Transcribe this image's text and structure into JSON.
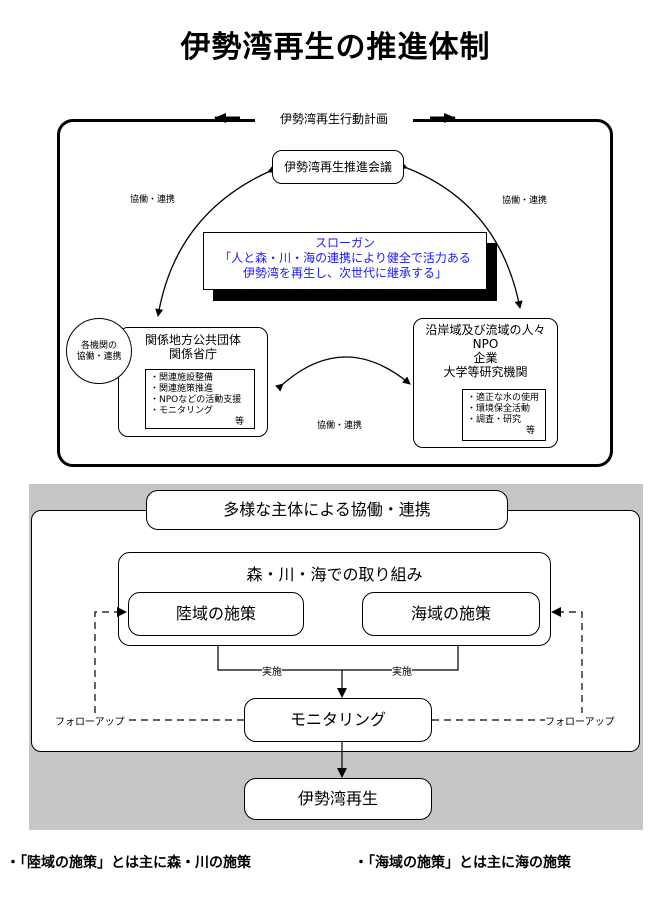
{
  "title": "伊勢湾再生の推進体制",
  "top": {
    "plan": "伊勢湾再生行動計画",
    "council": "伊勢湾再生推進会議",
    "collab_left": "協働・連携",
    "collab_right": "協働・連携",
    "collab_bottom": "協働・連携",
    "slogan": {
      "heading": "スローガン",
      "line1": "「人と森・川・海の連携により健全で活力ある",
      "line2": "伊勢湾を再生し、次世代に継承する」"
    },
    "agencies_circle": {
      "line1": "各機関の",
      "line2": "協働・連携"
    },
    "gov": {
      "line1": "関係地方公共団体",
      "line2": "関係省庁",
      "items": [
        "・関連施設整備",
        "・関連施策推進",
        "・NPOなどの活動支援",
        "・モニタリング"
      ],
      "etc": "等"
    },
    "people": {
      "line1": "沿岸域及び流域の人々",
      "line2": "NPO",
      "line3": "企業",
      "line4": "大学等研究機関",
      "items": [
        "・適正な水の使用",
        "・環境保全活動",
        "・調査・研究"
      ],
      "etc": "等"
    }
  },
  "bottom": {
    "collab": "多様な主体による協働・連携",
    "forest": "森・川・海での取り組み",
    "land": "陸域の施策",
    "sea": "海域の施策",
    "impl_left": "実施",
    "impl_right": "実施",
    "monitor": "モニタリング",
    "followup_left": "フォローアップ",
    "followup_right": "フォローアップ",
    "regen": "伊勢湾再生"
  },
  "notes": {
    "left": "・「陸域の施策」とは主に森・川の施策",
    "right": "・「海域の施策」とは主に海の施策"
  }
}
